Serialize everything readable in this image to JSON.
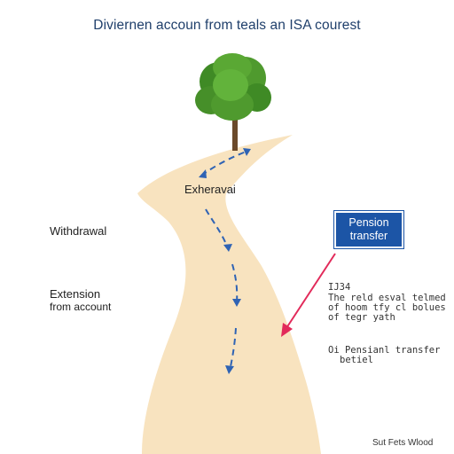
{
  "title": "Diviernen accoun from teals an ISA courest",
  "path_label_top": "Exheravai",
  "labels_left": {
    "withdrawal": "Withdrawal",
    "extension_line1": "Extension",
    "extension_line2": "from account"
  },
  "pension_box": {
    "line1": "Pension",
    "line2": "transfer",
    "fill_color": "#1c55a6"
  },
  "note_right": {
    "heading": "IJ34",
    "line1": "The reld esval telmed",
    "line2": "of hoom tfy cl bolues",
    "line3": "of tegr yath"
  },
  "note_right_bottom": {
    "line1": "Oi Pensianl transfer",
    "line2": "betiel"
  },
  "corner_text": "Sut Fets Wlood",
  "colors": {
    "path": "#f8e3bf",
    "arrow_blue": "#2f63b4",
    "arrow_red": "#e22a5a",
    "tree_leaves": "#4f9a2e",
    "tree_trunk": "#6b4a2b"
  }
}
